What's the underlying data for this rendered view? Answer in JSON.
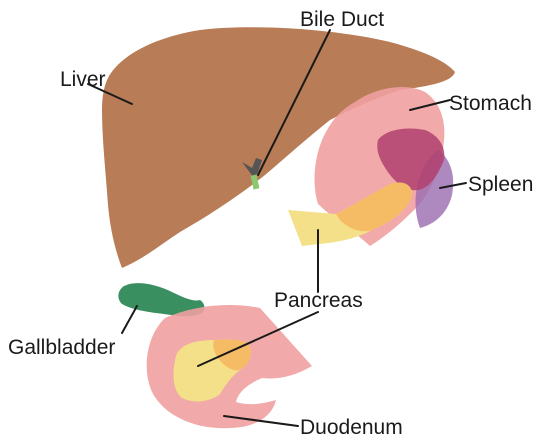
{
  "labels": {
    "bile_duct": "Bile Duct",
    "liver": "Liver",
    "stomach": "Stomach",
    "spleen": "Spleen",
    "pancreas": "Pancreas",
    "gallbladder": "Gallbladder",
    "duodenum": "Duodenum"
  },
  "colors": {
    "liver": "#b87c56",
    "stomach": "#f0a0a0",
    "spleen": "#9a6bb0",
    "pancreas": "#f5e08a",
    "gallbladder": "#3a8f60",
    "duodenum": "#f0a0a0",
    "bile_duct": "#8bc870",
    "bile_duct_junction": "#555555"
  }
}
